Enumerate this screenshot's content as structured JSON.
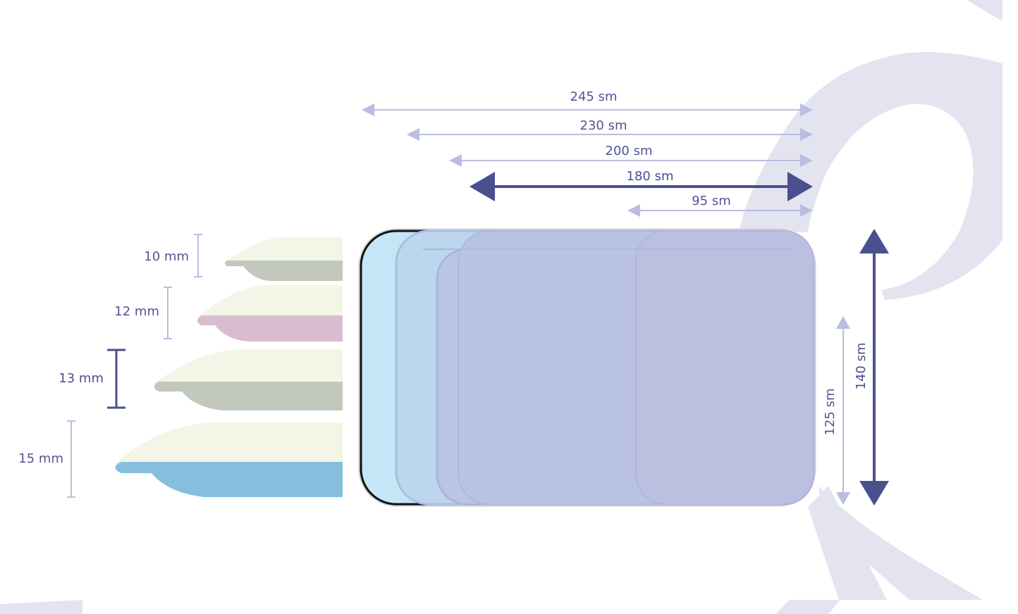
{
  "colors": {
    "background": "#ffffff",
    "watermark": "#e4e4f0",
    "arrow_light": "#b9bde0",
    "arrow_dark": "#4a4f8e",
    "text": "#4f5595",
    "pillow_top": "#f3f5e6",
    "pillow_gray": "#c3c8bc",
    "pillow_pink": "#d8bcd0",
    "pillow_blue": "#85bfdd",
    "mattress_1": "#c4e6f6",
    "mattress_2": "#bcd6ee",
    "mattress_3": "#bac4e4",
    "mattress_4": "#bcc0e0",
    "mattress_outline": "#111111"
  },
  "widths": [
    {
      "label": "245 sm",
      "emphasis": false
    },
    {
      "label": "230 sm",
      "emphasis": false
    },
    {
      "label": "200 sm",
      "emphasis": false
    },
    {
      "label": "180 sm",
      "emphasis": true
    },
    {
      "label": "95 sm",
      "emphasis": false
    }
  ],
  "heights": [
    {
      "label": "125 sm",
      "emphasis": false
    },
    {
      "label": "140 sm",
      "emphasis": true
    }
  ],
  "pillows": [
    {
      "label": "10 mm",
      "color": "gray",
      "emphasis": false
    },
    {
      "label": "12 mm",
      "color": "pink",
      "emphasis": false
    },
    {
      "label": "13 mm",
      "color": "gray",
      "emphasis": true
    },
    {
      "label": "15 mm",
      "color": "blue",
      "emphasis": false
    }
  ]
}
